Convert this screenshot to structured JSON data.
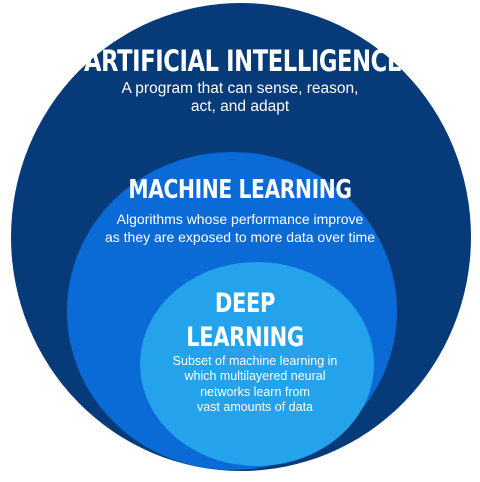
{
  "colors": {
    "outer": "#063a78",
    "middle": "#0a6bd6",
    "inner": "#24a3ec",
    "text": "#ffffff"
  },
  "ai": {
    "title": "ARTIFICIAL INTELLIGENCE",
    "description": "A program that can sense, reason,\nact, and adapt"
  },
  "ml": {
    "title": "MACHINE LEARNING",
    "description": "Algorithms whose performance improve\nas they are exposed to more data over time"
  },
  "dl": {
    "title": "DEEP\nLEARNING",
    "description": "Subset of machine learning in\nwhich multilayered neural\nnetworks learn from\nvast amounts of data"
  }
}
